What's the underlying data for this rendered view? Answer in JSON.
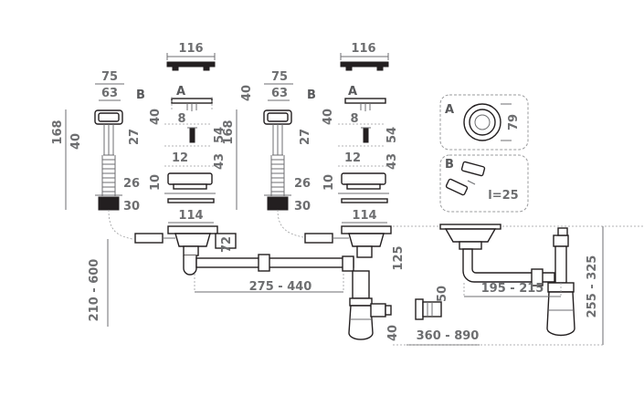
{
  "dimensions": {
    "cover_width": "116",
    "basket_outer": "75",
    "basket_inner": "63",
    "overflow_h1": "168",
    "overflow_h2": "40",
    "overflow_h3": "27",
    "overflow_h4": "40",
    "stem_w": "8",
    "stem_h": "54",
    "screw_w": "12",
    "screw_h": "43",
    "hose_d": "26",
    "ring_h": "10",
    "nut_d": "30",
    "flange_d": "114",
    "body_h": "72",
    "outlet_h": "125",
    "span": "275 - 440",
    "drop": "210 - 600",
    "trap_w": "195 - 215",
    "trap_h": "255 - 325",
    "adapter_h": "50",
    "bottom_h": "40",
    "reach": "360 - 890",
    "insert_d": "79",
    "insert_l": "l=25"
  },
  "labels": {
    "a": "A",
    "b": "B"
  }
}
